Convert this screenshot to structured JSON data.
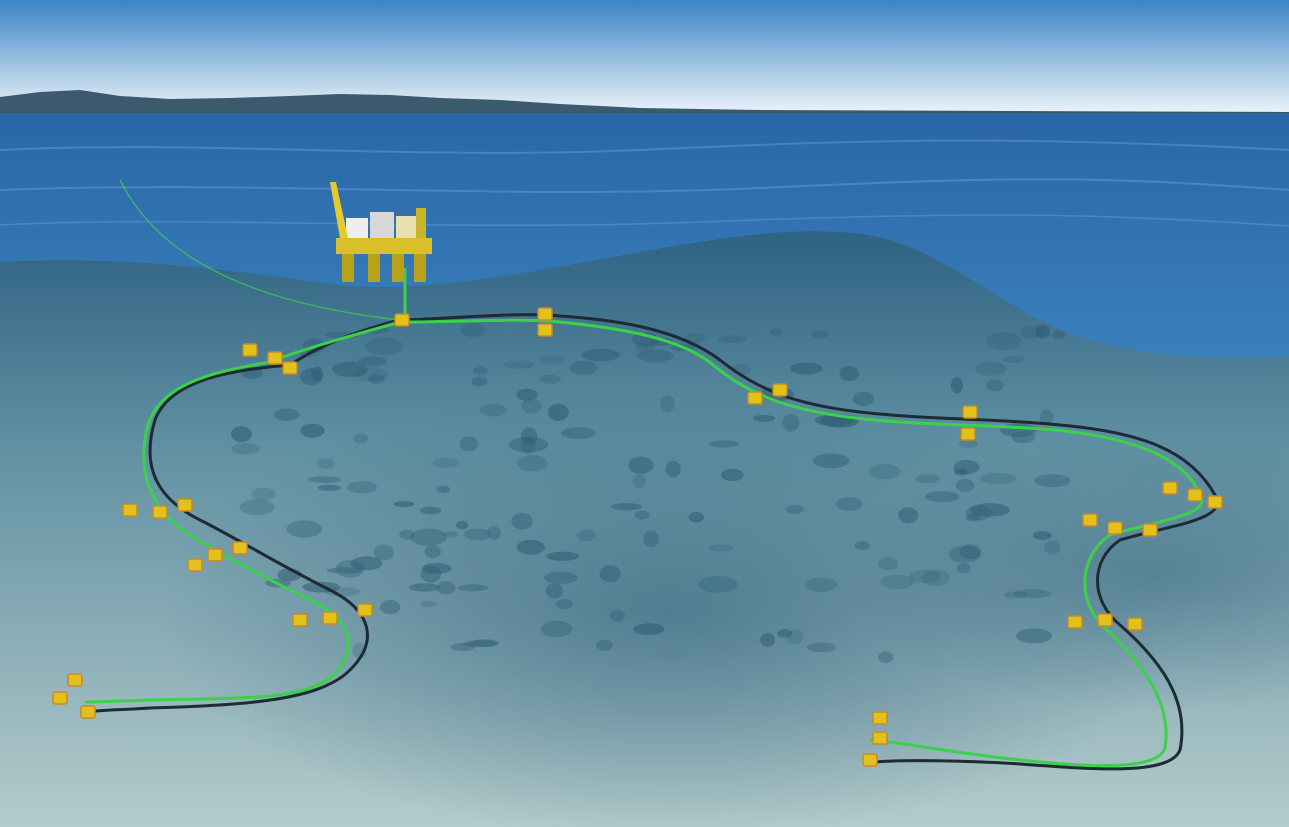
{
  "scene": {
    "subject": "subsea-oil-field-illustration",
    "elements": {
      "platform": "production-platform",
      "riser": "riser",
      "flowline_pairs": [
        "west-loop",
        "east-loop"
      ],
      "subsea_equipment": "subsea-manifold-and-well-units",
      "seabed": "seabed-terrain",
      "sea_surface": "sea-surface",
      "sky": "sky",
      "coastline": "distant-coastline"
    }
  },
  "colors": {
    "sky_top": "#3b84c4",
    "sky_bottom": "#eef4fa",
    "sea_surface": "#2f72b3",
    "seabed_light": "#a9c4c6",
    "seabed_dark": "#3f6e86",
    "flowline_green": "#3bd14b",
    "flowline_dark": "#1d2b33",
    "equipment": "#e3c11d",
    "equipment_orange": "#c8892b",
    "coast": "#3c5a6e"
  }
}
